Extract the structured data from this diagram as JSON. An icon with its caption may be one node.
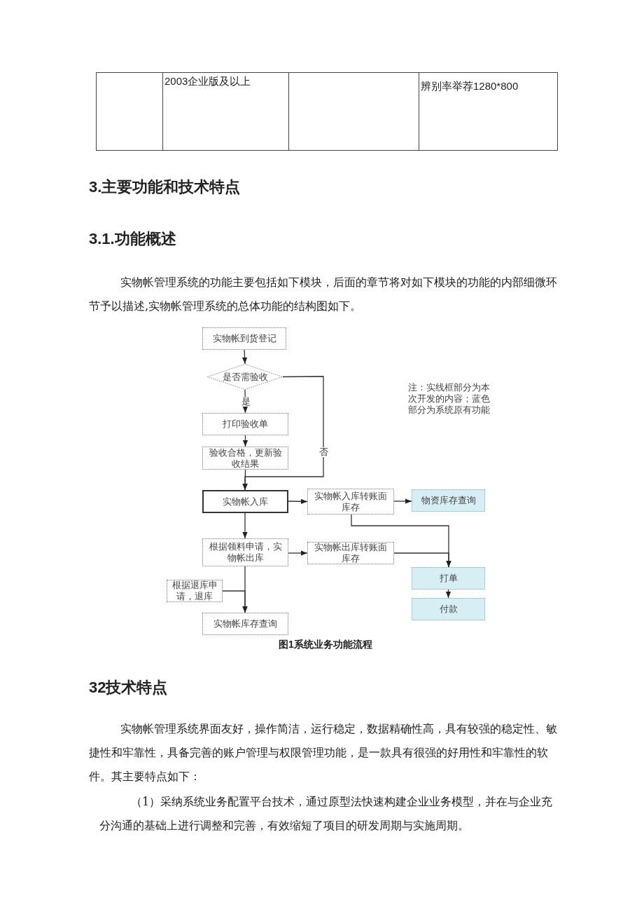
{
  "diagram": {
    "caption": "图1系统业务功能流程",
    "nodes": [
      {
        "text": [
          "实物帐到货登记"
        ]
      },
      {
        "text": [
          "是否需验收"
        ]
      },
      {
        "text": [
          "打印验收单"
        ]
      },
      {
        "text": [
          "验收合格，更新验收结果"
        ]
      },
      {
        "text": [
          "实物帐入库"
        ]
      },
      {
        "text": [
          "实物帐入库转账面库存"
        ]
      },
      {
        "text": [
          "物资库存查询"
        ]
      },
      {
        "text": [
          "根据领料申请，实物帐出库"
        ]
      },
      {
        "text": [
          "实物帐出库转账面库存"
        ]
      },
      {
        "text": [
          "根据退库申请，退库"
        ]
      },
      {
        "text": [
          "打单"
        ]
      },
      {
        "text": [
          "付款"
        ]
      },
      {
        "text": [
          "实物帐库存查询"
        ]
      }
    ],
    "edges": [
      {
        "from": 0,
        "to": 1,
        "arrow": "to"
      },
      {
        "from": 1,
        "to": 2,
        "arrow": "to",
        "label": "是"
      },
      {
        "from": 2,
        "to": 3,
        "arrow": "to"
      },
      {
        "from": 3,
        "to": 4,
        "arrow": "to"
      },
      {
        "from": 1,
        "to": 4,
        "arrow": "to",
        "label": "否"
      },
      {
        "from": 4,
        "to": 5,
        "arrow": "to"
      },
      {
        "from": 5,
        "to": 6,
        "arrow": "to"
      },
      {
        "from": 4,
        "to": 7,
        "arrow": "to"
      },
      {
        "from": 7,
        "to": 8,
        "arrow": "to"
      },
      {
        "from": 5,
        "to": 10,
        "arrow": "to"
      },
      {
        "from": 8,
        "to": 10,
        "arrow": "to"
      },
      {
        "from": 10,
        "to": 11,
        "arrow": "to"
      },
      {
        "from": 7,
        "to": 12,
        "arrow": "to"
      },
      {
        "from": 9,
        "to": 12,
        "arrow": "to"
      }
    ],
    "labels": [
      "2003企业版及以上",
      "辨别率举荐1280*800",
      "3.主要功能和技术特点",
      "3.1.功能概述",
      "实物帐管理系统的功能主要包括如下模块，后面的章节将对如下模块的功能的内部细微环节予以描述,实物帐管理系统的总体功能的结构图如下。",
      "注：实线框部分为本次开发的内容；蓝色部分为系统原有功能",
      "32技术特点",
      "实物帐管理系统界面友好，操作简洁，运行稳定，数据精确性高，具有较强的稳定性、敏捷性和牢靠性，具备完善的账户管理与权限管理功能，是一款具有很强的好用性和牢靠性的软件。其主要特点如下：",
      "（1）采纳系统业务配置平台技术，通过原型法快速构建企业业务模型，并在与企业充分沟通的基础上进行调整和完善，有效缩短了项目的研发周期与实施周期。"
    ]
  }
}
